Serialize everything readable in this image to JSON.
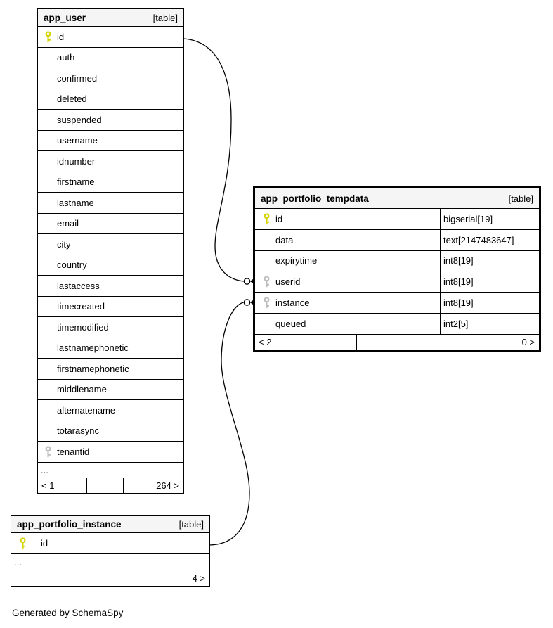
{
  "diagram": {
    "generator_note": "Generated by SchemaSpy",
    "header_bg": "#f5f5f5",
    "primary_key_color": "#d6d300",
    "foreign_key_color": "#bdbdbd",
    "edge_color": "#000000"
  },
  "tables": [
    {
      "title": "app_user",
      "badge": "[table]",
      "columns": [
        {
          "name": "id",
          "key": "pk"
        },
        {
          "name": "auth"
        },
        {
          "name": "confirmed"
        },
        {
          "name": "deleted"
        },
        {
          "name": "suspended"
        },
        {
          "name": "username"
        },
        {
          "name": "idnumber"
        },
        {
          "name": "firstname"
        },
        {
          "name": "lastname"
        },
        {
          "name": "email"
        },
        {
          "name": "city"
        },
        {
          "name": "country"
        },
        {
          "name": "lastaccess"
        },
        {
          "name": "timecreated"
        },
        {
          "name": "timemodified"
        },
        {
          "name": "lastnamephonetic"
        },
        {
          "name": "firstnamephonetic"
        },
        {
          "name": "middlename"
        },
        {
          "name": "alternatename"
        },
        {
          "name": "totarasync"
        },
        {
          "name": "tenantid",
          "key": "fk"
        }
      ],
      "ellipsis": "...",
      "footer": [
        "< 1",
        "",
        "264 >"
      ]
    },
    {
      "title": "app_portfolio_tempdata",
      "badge": "[table]",
      "columns": [
        {
          "name": "id",
          "key": "pk",
          "type": "bigserial[19]"
        },
        {
          "name": "data",
          "type": "text[2147483647]"
        },
        {
          "name": "expirytime",
          "type": "int8[19]"
        },
        {
          "name": "userid",
          "key": "fk",
          "type": "int8[19]"
        },
        {
          "name": "instance",
          "key": "fk",
          "type": "int8[19]"
        },
        {
          "name": "queued",
          "type": "int2[5]"
        }
      ],
      "footer": [
        "< 2",
        "",
        "0 >"
      ]
    },
    {
      "title": "app_portfolio_instance",
      "badge": "[table]",
      "columns": [
        {
          "name": "id",
          "key": "pk"
        }
      ],
      "ellipsis": "...",
      "footer": [
        "",
        "",
        "4 >"
      ]
    }
  ]
}
